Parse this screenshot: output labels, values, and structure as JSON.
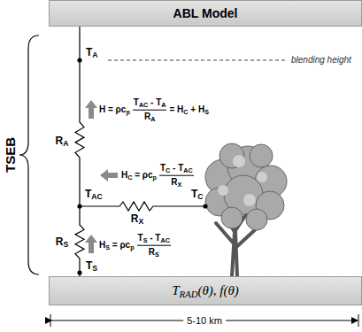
{
  "diagram": {
    "nodes": [
      {
        "text": [
          "ABL Model"
        ]
      },
      {
        "text": [
          "TRAD(θ), f(θ)"
        ]
      }
    ],
    "edges": [
      {
        "from": 0,
        "to": 1,
        "arrow": "none"
      }
    ],
    "labels": [
      "TA",
      "blending height",
      "RA",
      "H = ρcp",
      "TAC - TA",
      "RA",
      "= HC + HS",
      "HC = ρcp",
      "TC - TAC",
      "RX",
      "TAC",
      "RX",
      "TC",
      "RS",
      "HS = ρcp",
      "TS - TAC",
      "RS",
      "TS",
      "TSEB",
      "5-10 km"
    ]
  }
}
